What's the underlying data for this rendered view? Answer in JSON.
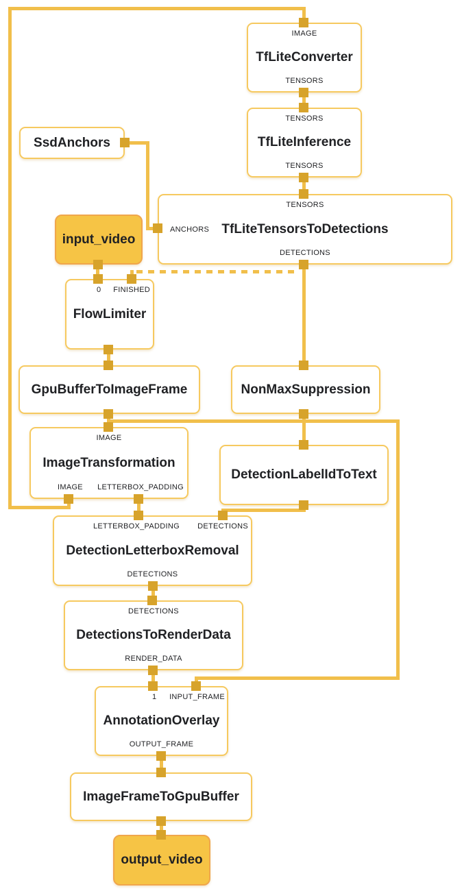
{
  "app": {
    "name": "graph-visualizer",
    "background": "#ffffff"
  },
  "colors": {
    "edge": "#F1BF4B",
    "node_border": "#F6C95F",
    "node_fill": "#ffffff",
    "stream_node_fill": "#F6C445",
    "stream_node_border": "#F0A64C",
    "port_square": "#D7A32B",
    "text": "#202124"
  },
  "nodes": {
    "tflite_converter": {
      "title": "TfLiteConverter",
      "in0": "IMAGE",
      "out0": "TENSORS"
    },
    "tflite_inference": {
      "title": "TfLiteInference",
      "in0": "TENSORS",
      "out0": "TENSORS"
    },
    "ssd_anchors": {
      "title": "SsdAnchors"
    },
    "tflite_tensors_to_detections": {
      "title": "TfLiteTensorsToDetections",
      "in_top": "TENSORS",
      "in_left": "ANCHORS",
      "out0": "DETECTIONS"
    },
    "input_video": {
      "title": "input_video"
    },
    "flow_limiter": {
      "title": "FlowLimiter",
      "in0": "0",
      "in1": "FINISHED"
    },
    "gpu_buffer_to_image_frame": {
      "title": "GpuBufferToImageFrame"
    },
    "non_max_suppression": {
      "title": "NonMaxSuppression"
    },
    "image_transformation": {
      "title": "ImageTransformation",
      "in0": "IMAGE",
      "out0": "IMAGE",
      "out1": "LETTERBOX_PADDING"
    },
    "detection_label_id_to_text": {
      "title": "DetectionLabelIdToText"
    },
    "detection_letterbox_removal": {
      "title": "DetectionLetterboxRemoval",
      "in0": "LETTERBOX_PADDING",
      "in1": "DETECTIONS",
      "out0": "DETECTIONS"
    },
    "detections_to_render_data": {
      "title": "DetectionsToRenderData",
      "in0": "DETECTIONS",
      "out0": "RENDER_DATA"
    },
    "annotation_overlay": {
      "title": "AnnotationOverlay",
      "in0": "1",
      "in1": "INPUT_FRAME",
      "out0": "OUTPUT_FRAME"
    },
    "image_frame_to_gpu_buffer": {
      "title": "ImageFrameToGpuBuffer"
    },
    "output_video": {
      "title": "output_video"
    }
  },
  "graph": {
    "edges": [
      {
        "from": "input_video",
        "to": "FlowLimiter:0",
        "style": "solid"
      },
      {
        "from": "TfLiteTensorsToDetections:DETECTIONS",
        "to": "FlowLimiter:FINISHED",
        "style": "dashed"
      },
      {
        "from": "FlowLimiter",
        "to": "GpuBufferToImageFrame",
        "style": "solid"
      },
      {
        "from": "GpuBufferToImageFrame",
        "to": "ImageTransformation:IMAGE",
        "style": "solid"
      },
      {
        "from": "GpuBufferToImageFrame",
        "to": "AnnotationOverlay:INPUT_FRAME",
        "style": "solid"
      },
      {
        "from": "ImageTransformation:IMAGE",
        "to": "TfLiteConverter:IMAGE",
        "style": "solid"
      },
      {
        "from": "ImageTransformation:LETTERBOX_PADDING",
        "to": "DetectionLetterboxRemoval:LETTERBOX_PADDING",
        "style": "solid"
      },
      {
        "from": "TfLiteConverter:TENSORS",
        "to": "TfLiteInference:TENSORS",
        "style": "solid"
      },
      {
        "from": "TfLiteInference:TENSORS",
        "to": "TfLiteTensorsToDetections:TENSORS",
        "style": "solid"
      },
      {
        "from": "SsdAnchors",
        "to": "TfLiteTensorsToDetections:ANCHORS",
        "style": "solid"
      },
      {
        "from": "TfLiteTensorsToDetections:DETECTIONS",
        "to": "NonMaxSuppression",
        "style": "solid"
      },
      {
        "from": "NonMaxSuppression",
        "to": "DetectionLabelIdToText",
        "style": "solid"
      },
      {
        "from": "DetectionLabelIdToText",
        "to": "DetectionLetterboxRemoval:DETECTIONS",
        "style": "solid"
      },
      {
        "from": "DetectionLetterboxRemoval:DETECTIONS",
        "to": "DetectionsToRenderData:DETECTIONS",
        "style": "solid"
      },
      {
        "from": "DetectionsToRenderData:RENDER_DATA",
        "to": "AnnotationOverlay:1",
        "style": "solid"
      },
      {
        "from": "AnnotationOverlay:OUTPUT_FRAME",
        "to": "ImageFrameToGpuBuffer",
        "style": "solid"
      },
      {
        "from": "ImageFrameToGpuBuffer",
        "to": "output_video",
        "style": "solid"
      }
    ]
  }
}
